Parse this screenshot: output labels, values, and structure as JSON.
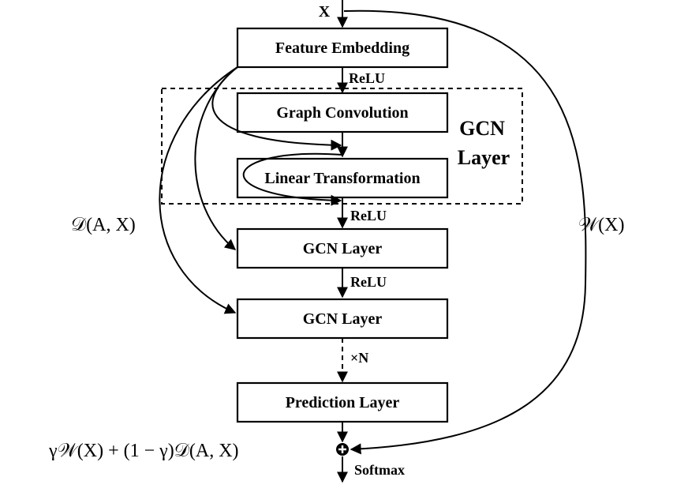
{
  "input_label": "X",
  "boxes": {
    "feature_embedding": "Feature Embedding",
    "graph_convolution": "Graph Convolution",
    "linear_transformation": "Linear Transformation",
    "gcn_layer_1": "GCN Layer",
    "gcn_layer_2": "GCN Layer",
    "prediction_layer": "Prediction Layer"
  },
  "group": {
    "line1": "GCN",
    "line2": "Layer"
  },
  "edge_labels": {
    "relu_1": "ReLU",
    "relu_2": "ReLU",
    "relu_3": "ReLU",
    "repeat": "×N",
    "softmax": "Softmax"
  },
  "side_labels": {
    "left": "𝒟(A, X)",
    "right": "𝒲(X)",
    "output_formula": "γ𝒲(X) + (1 − γ)𝒟(A, X)"
  }
}
